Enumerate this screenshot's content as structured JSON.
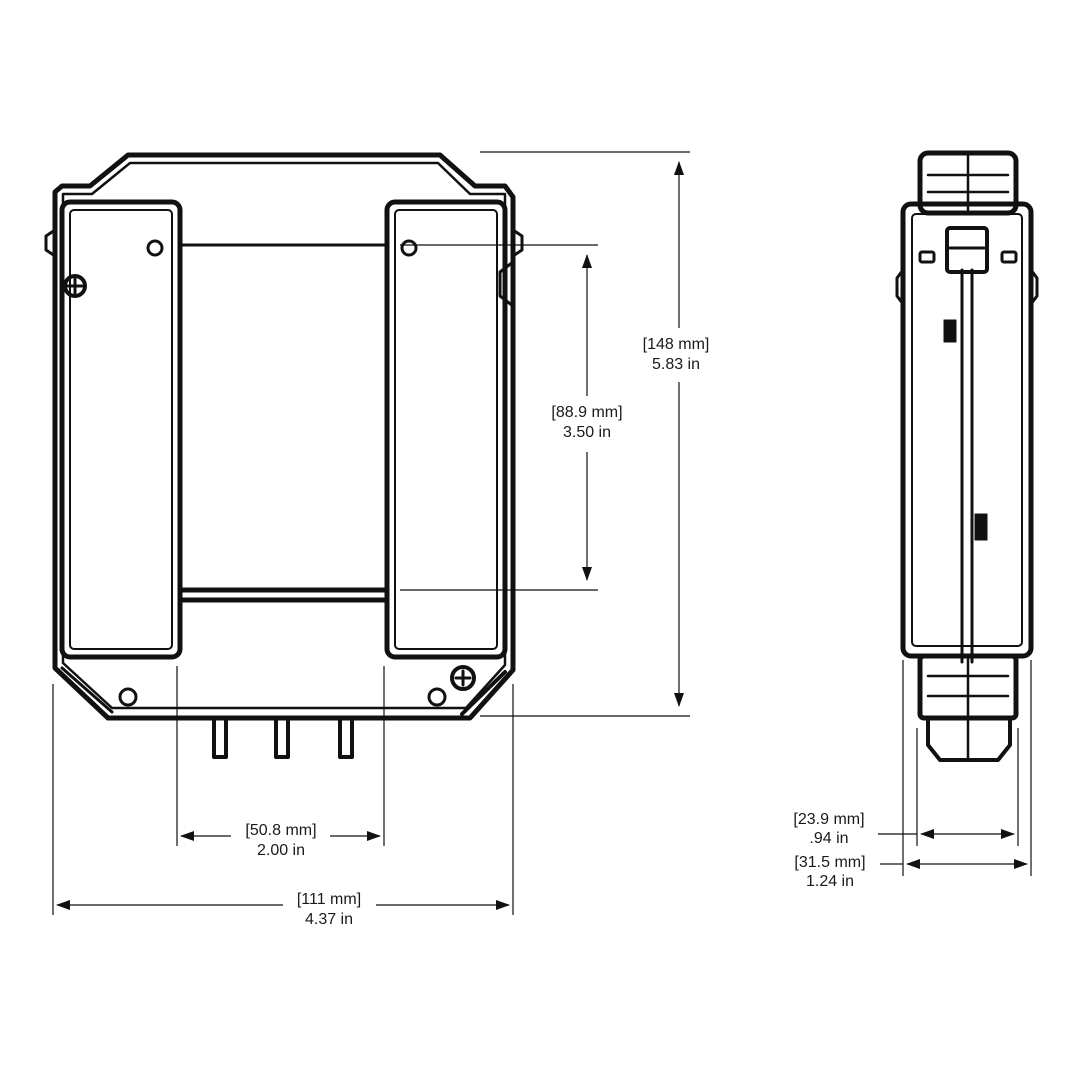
{
  "dimensions": {
    "overall_height": {
      "mm": "[148 mm]",
      "in": "5.83 in"
    },
    "window_height": {
      "mm": "[88.9 mm]",
      "in": "3.50 in"
    },
    "window_width": {
      "mm": "[50.8 mm]",
      "in": "2.00 in"
    },
    "overall_width": {
      "mm": "[111 mm]",
      "in": "4.37 in"
    },
    "body_depth": {
      "mm": "[23.9 mm]",
      "in": ".94 in"
    },
    "overall_depth": {
      "mm": "[31.5 mm]",
      "in": "1.24 in"
    }
  },
  "colors": {
    "line": "#111111",
    "background": "#ffffff"
  },
  "views": [
    "front-view",
    "side-view"
  ]
}
